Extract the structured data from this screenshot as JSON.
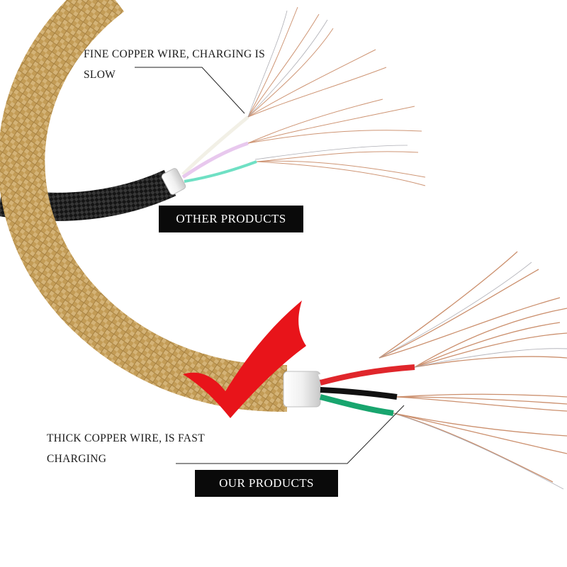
{
  "top_annotation": {
    "caption": "FINE COPPER WIRE, CHARGING IS SLOW",
    "label": "OTHER PRODUCTS"
  },
  "bottom_annotation": {
    "caption": "THICK COPPER WIRE, IS FAST CHARGING",
    "label": "OUR PRODUCTS"
  },
  "colors": {
    "gold_braid": "#d9b46a",
    "black_braid": "#1c1c1c",
    "copper": "#c98a66",
    "check_mark": "#e8141a",
    "label_background": "#0a0a0a",
    "label_text": "#ffffff"
  },
  "wire_colors": {
    "other": [
      "#f2f0e6",
      "#e8c8ee",
      "#ffffff",
      "#6fe0c4"
    ],
    "ours": [
      "#ffffff",
      "#e0262b",
      "#111111",
      "#18a56e"
    ]
  },
  "icons": [
    "check-mark-icon"
  ]
}
